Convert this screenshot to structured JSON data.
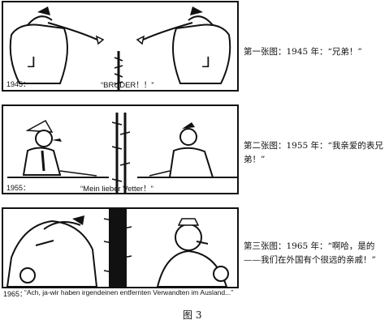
{
  "figure_label": "图 3",
  "panels": [
    {
      "year_label": "1945：",
      "caption": "“BRUDER！！”",
      "description": "第一张图：1945 年：“兄弟！”"
    },
    {
      "year_label": "1955：",
      "caption": "“Mein lieber Vetter！”",
      "description": "第二张图：1955 年：“我亲爱的表兄弟！”"
    },
    {
      "year_label": "1965：",
      "caption": "“Ach, ja-wir haben irgendeinen entfernten Verwandten im Ausland...”",
      "description": "第三张图：1965 年：“啊哈，是的——我们在外国有个很远的亲戚！”"
    }
  ]
}
